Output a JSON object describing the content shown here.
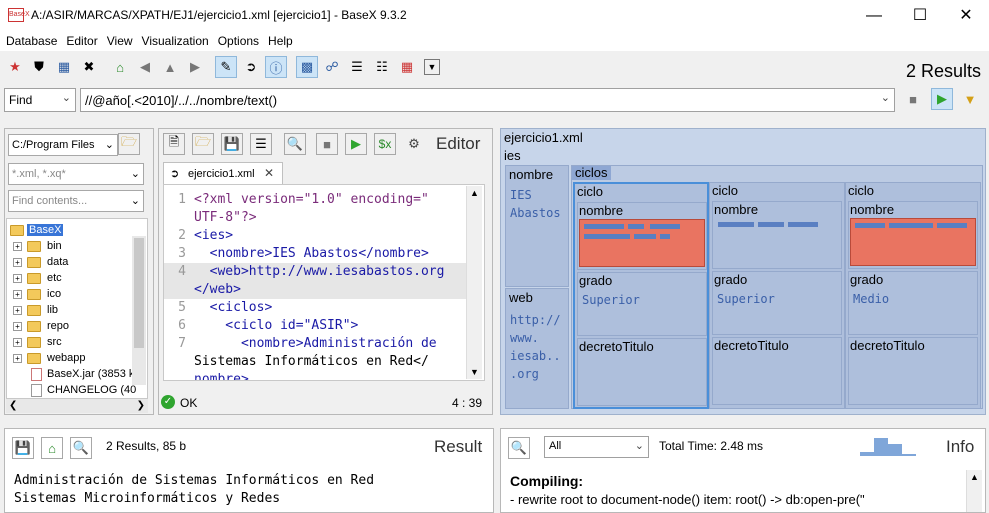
{
  "window": {
    "title": "A:/ASIR/MARCAS/XPATH/EJ1/ejercicio1.xml [ejercicio1] - BaseX 9.3.2",
    "logo": "BaseX"
  },
  "menu": [
    "Database",
    "Editor",
    "View",
    "Visualization",
    "Options",
    "Help"
  ],
  "toolbar": {
    "results_label": "2 Results"
  },
  "query": {
    "mode": "Find",
    "text": "//@año[.<2010]/../../nombre/text()"
  },
  "project": {
    "path": "C:/Program Files",
    "filter_placeholder": "*.xml, *.xq*",
    "contents_placeholder": "Find contents...",
    "tree": [
      {
        "label": "BaseX",
        "type": "folder",
        "selected": true
      },
      {
        "label": "bin",
        "type": "folder"
      },
      {
        "label": "data",
        "type": "folder"
      },
      {
        "label": "etc",
        "type": "folder"
      },
      {
        "label": "ico",
        "type": "folder"
      },
      {
        "label": "lib",
        "type": "folder"
      },
      {
        "label": "repo",
        "type": "folder"
      },
      {
        "label": "src",
        "type": "folder"
      },
      {
        "label": "webapp",
        "type": "folder"
      },
      {
        "label": "BaseX.jar (3853 k",
        "type": "file"
      },
      {
        "label": "CHANGELOG (40",
        "type": "file"
      }
    ]
  },
  "editor": {
    "panel_label": "Editor",
    "tab_label": "ejercicio1.xml",
    "status": "OK",
    "position": "4 : 39",
    "lines": [
      {
        "n": "1",
        "text": "<?xml version=\"1.0\" encoding=\""
      },
      {
        "n": "",
        "text": "UTF-8\"?>"
      },
      {
        "n": "2",
        "text": "<ies>"
      },
      {
        "n": "3",
        "text": "  <nombre>IES Abastos</nombre>"
      },
      {
        "n": "4",
        "text": "  <web>http://www.iesabastos.org"
      },
      {
        "n": "",
        "text": "</web>"
      },
      {
        "n": "5",
        "text": "  <ciclos>"
      },
      {
        "n": "6",
        "text": "    <ciclo id=\"ASIR\">"
      },
      {
        "n": "7",
        "text": "      <nombre>Administración de"
      },
      {
        "n": "",
        "text": "Sistemas Informáticos en Red</"
      },
      {
        "n": "",
        "text": "nombre>"
      }
    ]
  },
  "map": {
    "root_label": "ejercicio1.xml",
    "ies_label": "ies",
    "nombre_label": "nombre",
    "nombre_value": "IES\nAbastos",
    "web_label": "web",
    "web_value": "http://\nwww.\niesab..\n.org",
    "ciclos_label": "ciclos",
    "ciclo_items": [
      {
        "label": "ciclo",
        "nombre": "nombre",
        "grado": "grado",
        "grado_value": "Superior",
        "decreto": "decretoTitulo",
        "matched": true
      },
      {
        "label": "ciclo",
        "nombre": "nombre",
        "grado": "grado",
        "grado_value": "Superior",
        "decreto": "decretoTitulo",
        "matched": false
      },
      {
        "label": "ciclo",
        "nombre": "nombre",
        "grado": "grado",
        "grado_value": "Medio",
        "decreto": "decretoTitulo",
        "matched": true
      }
    ]
  },
  "result": {
    "summary": "2 Results, 85 b",
    "title": "Result",
    "lines": [
      "Administración de Sistemas Informáticos en Red",
      "Sistemas Microinformáticos y Redes"
    ]
  },
  "info": {
    "filter": "All",
    "total_time": "Total Time: 2.48 ms",
    "title": "Info",
    "compiling_label": "Compiling:",
    "compiling_line": "- rewrite root to document-node() item: root() -> db:open-pre(\""
  },
  "colors": {
    "accent": "#3875d7",
    "map_bg": "#c7d5ea",
    "match": "#e97461",
    "run_green": "#2fa52f"
  }
}
